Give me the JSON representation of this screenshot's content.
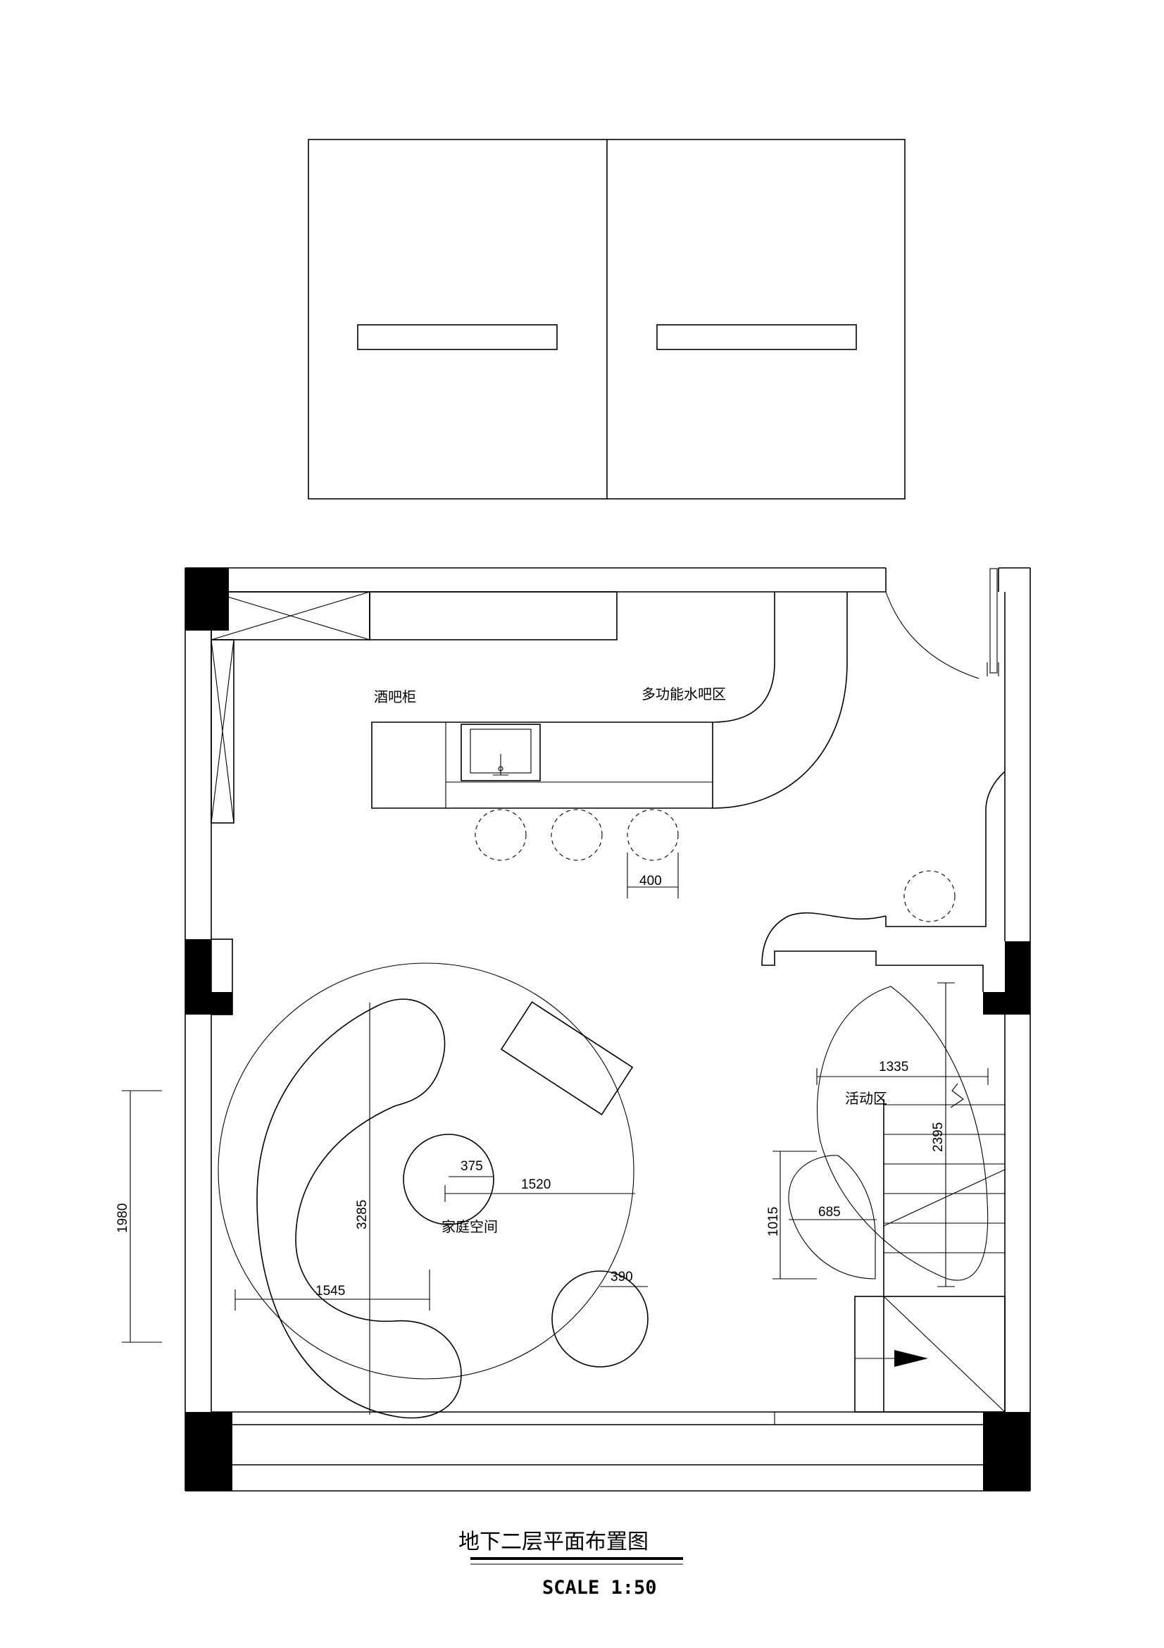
{
  "labels": {
    "wine_cabinet": "酒吧柜",
    "water_bar": "多功能水吧区",
    "family_room": "家庭空间",
    "activity_area": "活动区"
  },
  "dimensions": {
    "d400": "400",
    "d375": "375",
    "d1520": "1520",
    "d3285": "3285",
    "d1545": "1545",
    "d390": "390",
    "d1980": "1980",
    "d1335": "1335",
    "d2395": "2395",
    "d1015": "1015",
    "d685": "685"
  },
  "title": "地下二层平面布置图",
  "scale": "SCALE  1:50"
}
